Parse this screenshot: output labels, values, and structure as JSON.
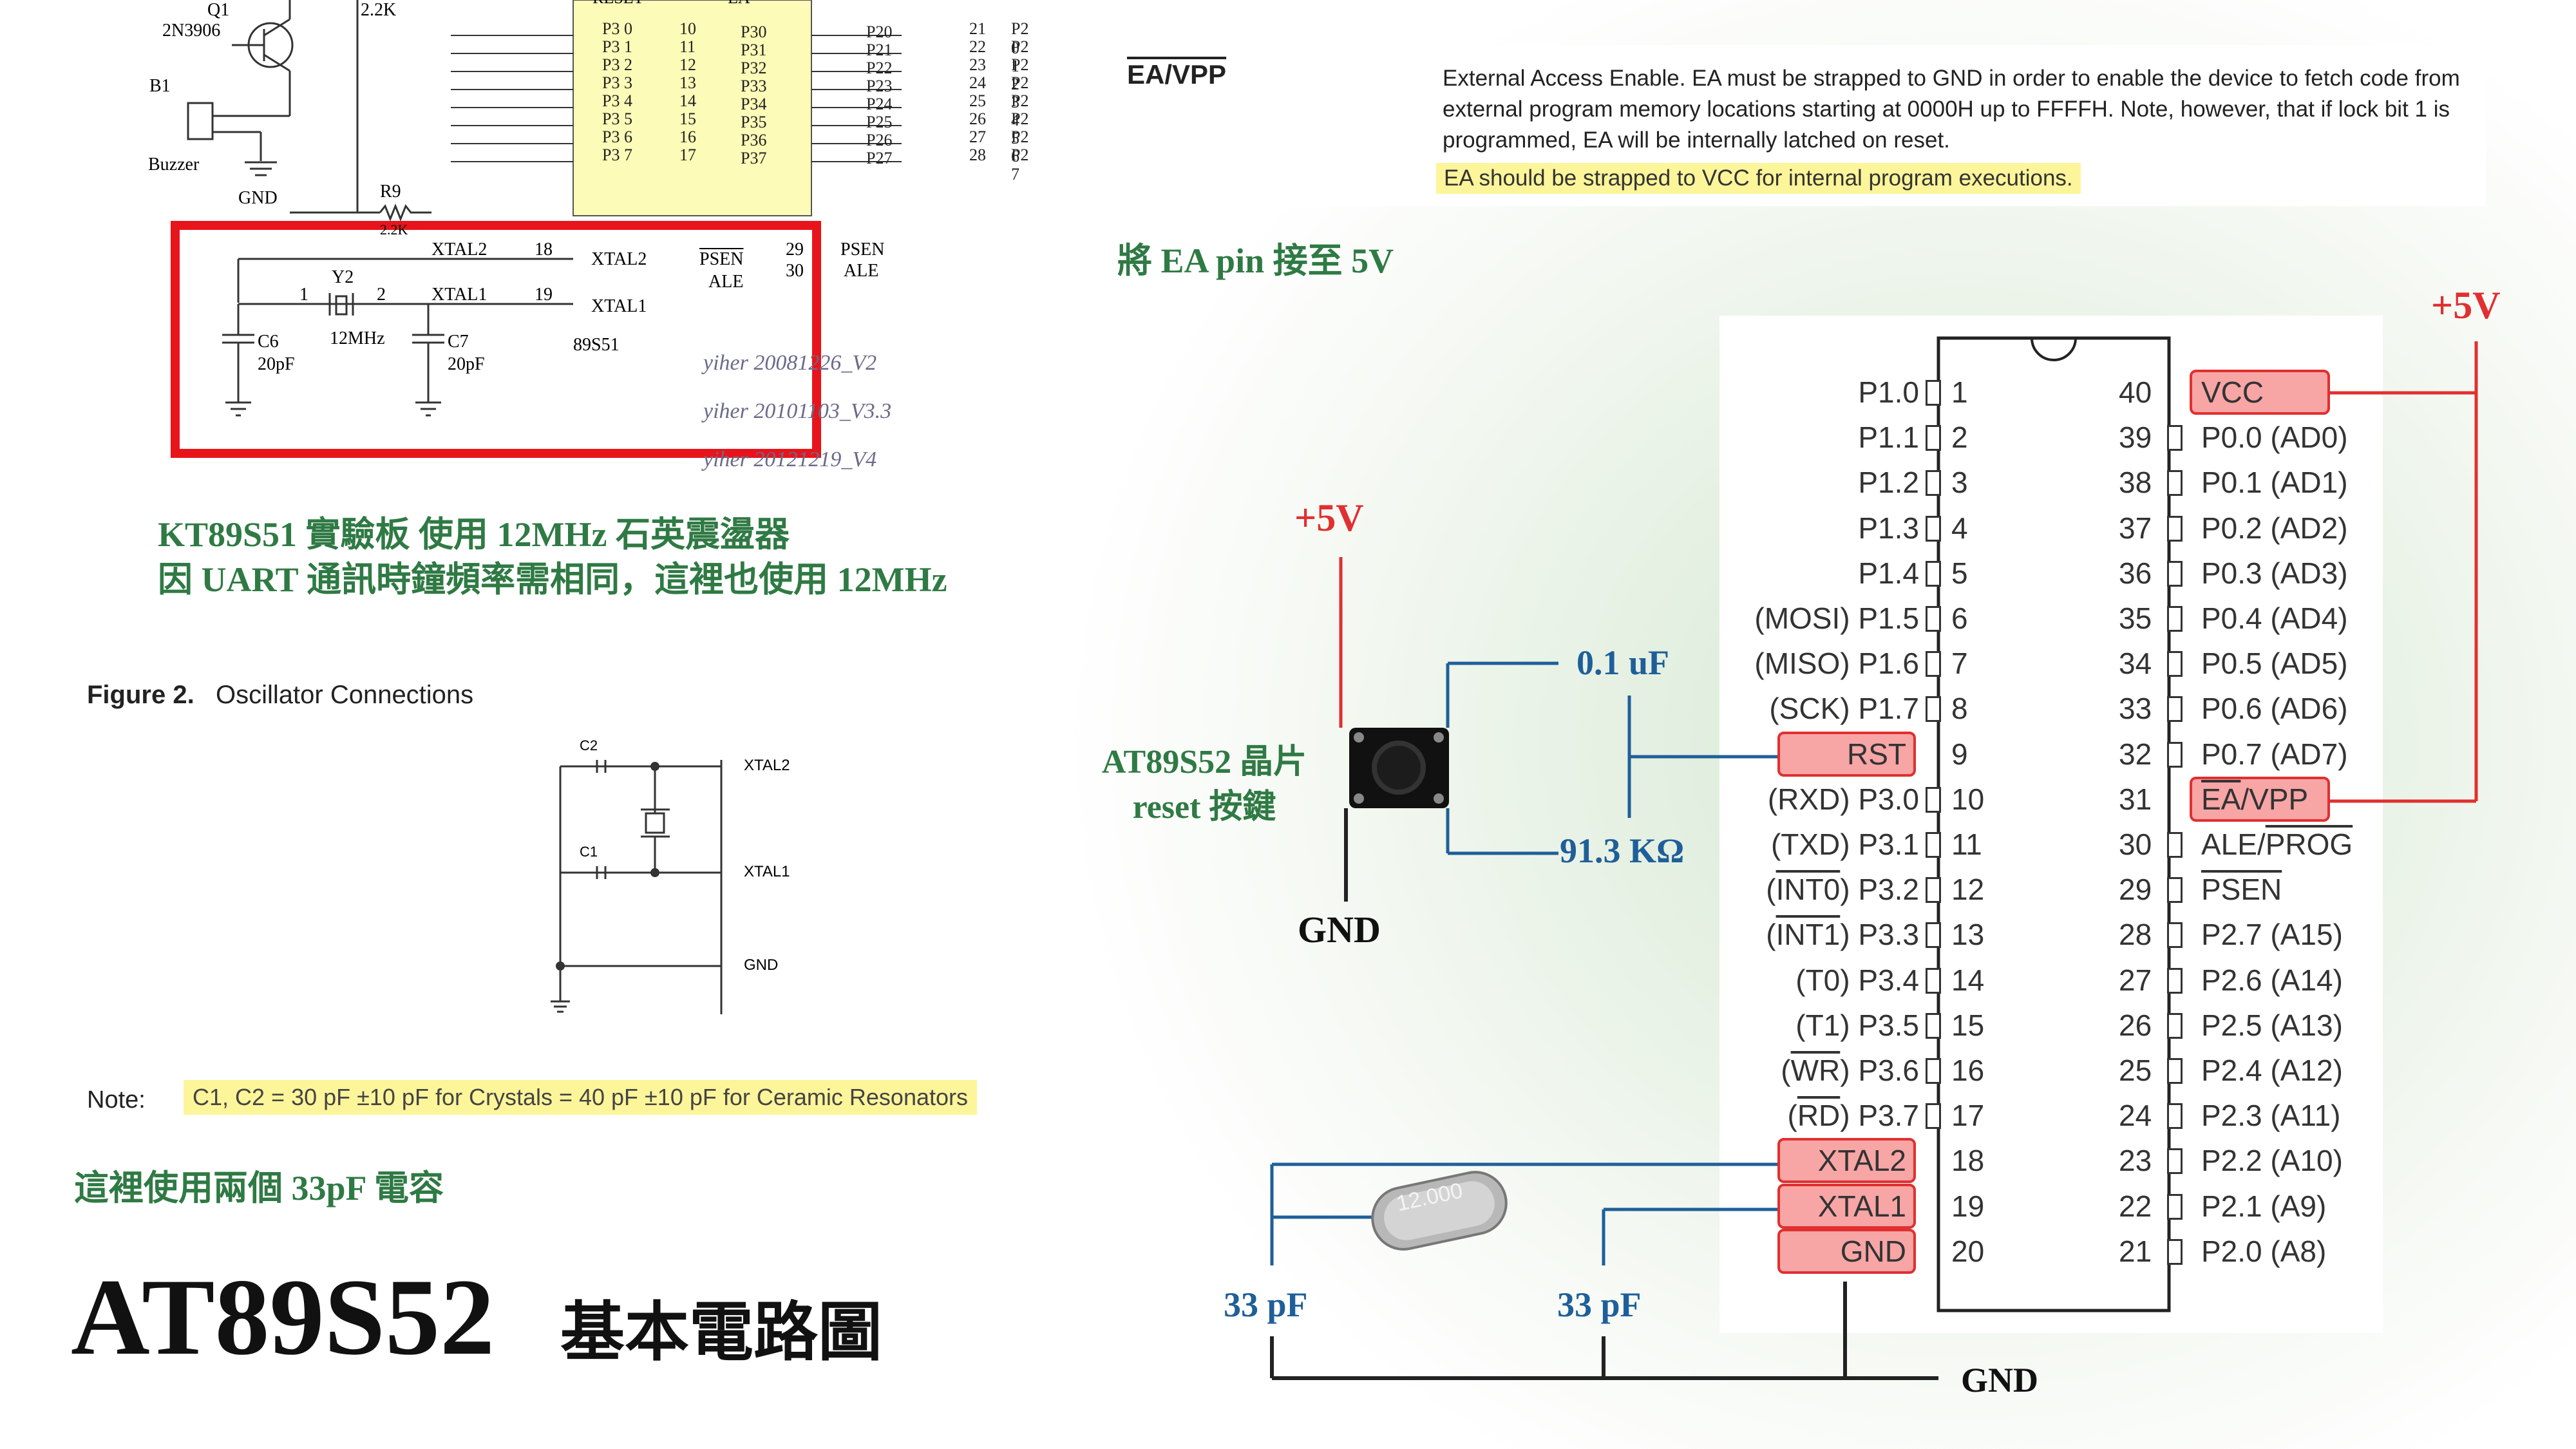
{
  "title": {
    "main": "AT89S52",
    "sub": "基本電路圖"
  },
  "kt_schematic": {
    "q1": "Q1",
    "transistor": "2N3906",
    "r_value": "2.2K",
    "b1": "B1",
    "buzzer": "Buzzer",
    "gnd": "GND",
    "r9": "R9",
    "r9_value": "2.2K",
    "left_pins": [
      "P3 0",
      "P3 1",
      "P3 2",
      "P3 3",
      "P3 4",
      "P3 5",
      "P3 6",
      "P3 7"
    ],
    "left_nums": [
      "10",
      "11",
      "12",
      "13",
      "14",
      "15",
      "16",
      "17"
    ],
    "chip_left": [
      "P30",
      "P31",
      "P32",
      "P33",
      "P34",
      "P35",
      "P36",
      "P37"
    ],
    "chip_right": [
      "P20",
      "P21",
      "P22",
      "P23",
      "P24",
      "P25",
      "P26",
      "P27"
    ],
    "right_nums": [
      "21",
      "22",
      "23",
      "24",
      "25",
      "26",
      "27",
      "28"
    ],
    "right_pins": [
      "P2 0",
      "P2 1",
      "P2 2",
      "P2 3",
      "P2 4",
      "P2 5",
      "P2 6",
      "P2 7"
    ],
    "top_left": "RESET",
    "top_right": "EA",
    "xtal2": "XTAL2",
    "xtal2_num": "18",
    "xtal1": "XTAL1",
    "xtal1_num": "19",
    "chip_xtal2": "XTAL2",
    "chip_xtal1": "XTAL1",
    "psen": "PSEN",
    "ale": "ALE",
    "psen_num": "29",
    "ale_num": "30",
    "psen_net": "PSEN",
    "ale_net": "ALE",
    "chip_name": "89S51",
    "y2": "Y2",
    "y2_pin1": "1",
    "y2_pin2": "2",
    "y2_freq": "12MHz",
    "c6": "C6",
    "c6_val": "20pF",
    "c7": "C7",
    "c7_val": "20pF",
    "versions": [
      "yiher 20081226_V2",
      "yiher 20101103_V3.3",
      "yiher 20121219_V4"
    ]
  },
  "kt_note": [
    "KT89S51 實驗板 使用 12MHz 石英震盪器",
    "因 UART 通訊時鐘頻率需相同，這裡也使用 12MHz"
  ],
  "ea_panel": {
    "label": "EA/VPP",
    "desc": "External Access Enable. EA must be strapped to GND in order to enable the device to fetch code from external program memory locations starting at 0000H up to FFFFH. Note, however, that if lock bit 1 is programmed, EA will be internally latched on reset.",
    "highlight": "EA should be strapped to VCC for internal program executions."
  },
  "ea_note": "將 EA pin 接至 5V",
  "figure2": {
    "title": "Figure 2.",
    "subtitle": "Oscillator Connections",
    "c2": "C2",
    "c1": "C1",
    "xtal2": "XTAL2",
    "xtal1": "XTAL1",
    "gnd": "GND",
    "note_label": "Note:",
    "note_text": "C1, C2 = 30 pF ±10 pF for Crystals = 40 pF ±10 pF for Ceramic Resonators"
  },
  "cap_note": "這裡使用兩個 33pF 電容",
  "circuit": {
    "plus5v_top": "+5V",
    "plus5v_reset": "+5V",
    "reset_label": [
      "AT89S52 晶片",
      "reset 按鍵"
    ],
    "cap_01": "0.1 uF",
    "res": "91.3 KΩ",
    "gnd_button": "GND",
    "cap33_left": "33 pF",
    "cap33_right": "33 pF",
    "gnd_bottom": "GND",
    "crystal": "12.000",
    "left_pins": [
      "P1.0",
      "P1.1",
      "P1.2",
      "P1.3",
      "P1.4",
      "(MOSI) P1.5",
      "(MISO) P1.6",
      "(SCK) P1.7",
      "RST",
      "(RXD) P3.0",
      "(TXD) P3.1",
      "(INT0) P3.2",
      "(INT1) P3.3",
      "(T0) P3.4",
      "(T1) P3.5",
      "(WR) P3.6",
      "(RD) P3.7",
      "XTAL2",
      "XTAL1",
      "GND"
    ],
    "left_nums": [
      "1",
      "2",
      "3",
      "4",
      "5",
      "6",
      "7",
      "8",
      "9",
      "10",
      "11",
      "12",
      "13",
      "14",
      "15",
      "16",
      "17",
      "18",
      "19",
      "20"
    ],
    "right_nums": [
      "40",
      "39",
      "38",
      "37",
      "36",
      "35",
      "34",
      "33",
      "32",
      "31",
      "30",
      "29",
      "28",
      "27",
      "26",
      "25",
      "24",
      "23",
      "22",
      "21"
    ],
    "right_pins": [
      "VCC",
      "P0.0 (AD0)",
      "P0.1 (AD1)",
      "P0.2 (AD2)",
      "P0.3 (AD3)",
      "P0.4 (AD4)",
      "P0.5 (AD5)",
      "P0.6 (AD6)",
      "P0.7 (AD7)",
      "EA/VPP",
      "ALE/PROG",
      "PSEN",
      "P2.7 (A15)",
      "P2.6 (A14)",
      "P2.5 (A13)",
      "P2.4 (A12)",
      "P2.3 (A11)",
      "P2.2 (A10)",
      "P2.1 (A9)",
      "P2.0 (A8)"
    ]
  },
  "colors": {
    "green": "#2f7a44",
    "blue": "#1f5f99",
    "red": "#e03030",
    "highlight": "#f7a5a5",
    "yellow": "#fdf59a"
  }
}
